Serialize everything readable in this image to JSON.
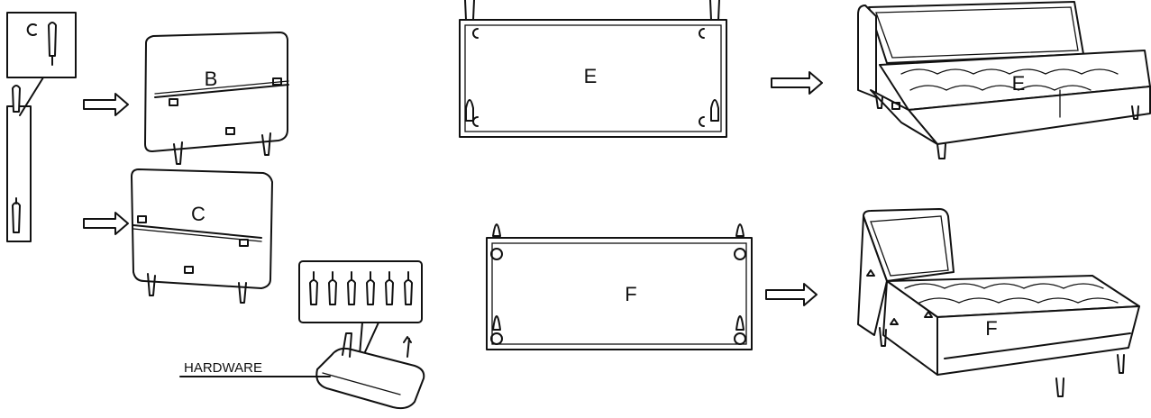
{
  "labels": {
    "panel_b": "B",
    "panel_c": "C",
    "frame_e": "E",
    "frame_f": "F",
    "sofa_e": "E",
    "chaise_f": "F",
    "hardware": "HARDWARE"
  },
  "hardware_leg_count": 6,
  "icons": [
    "leg-icon",
    "arrow-right-icon",
    "bracket-icon"
  ],
  "colors": {
    "line": "#111111",
    "background": "#ffffff"
  }
}
